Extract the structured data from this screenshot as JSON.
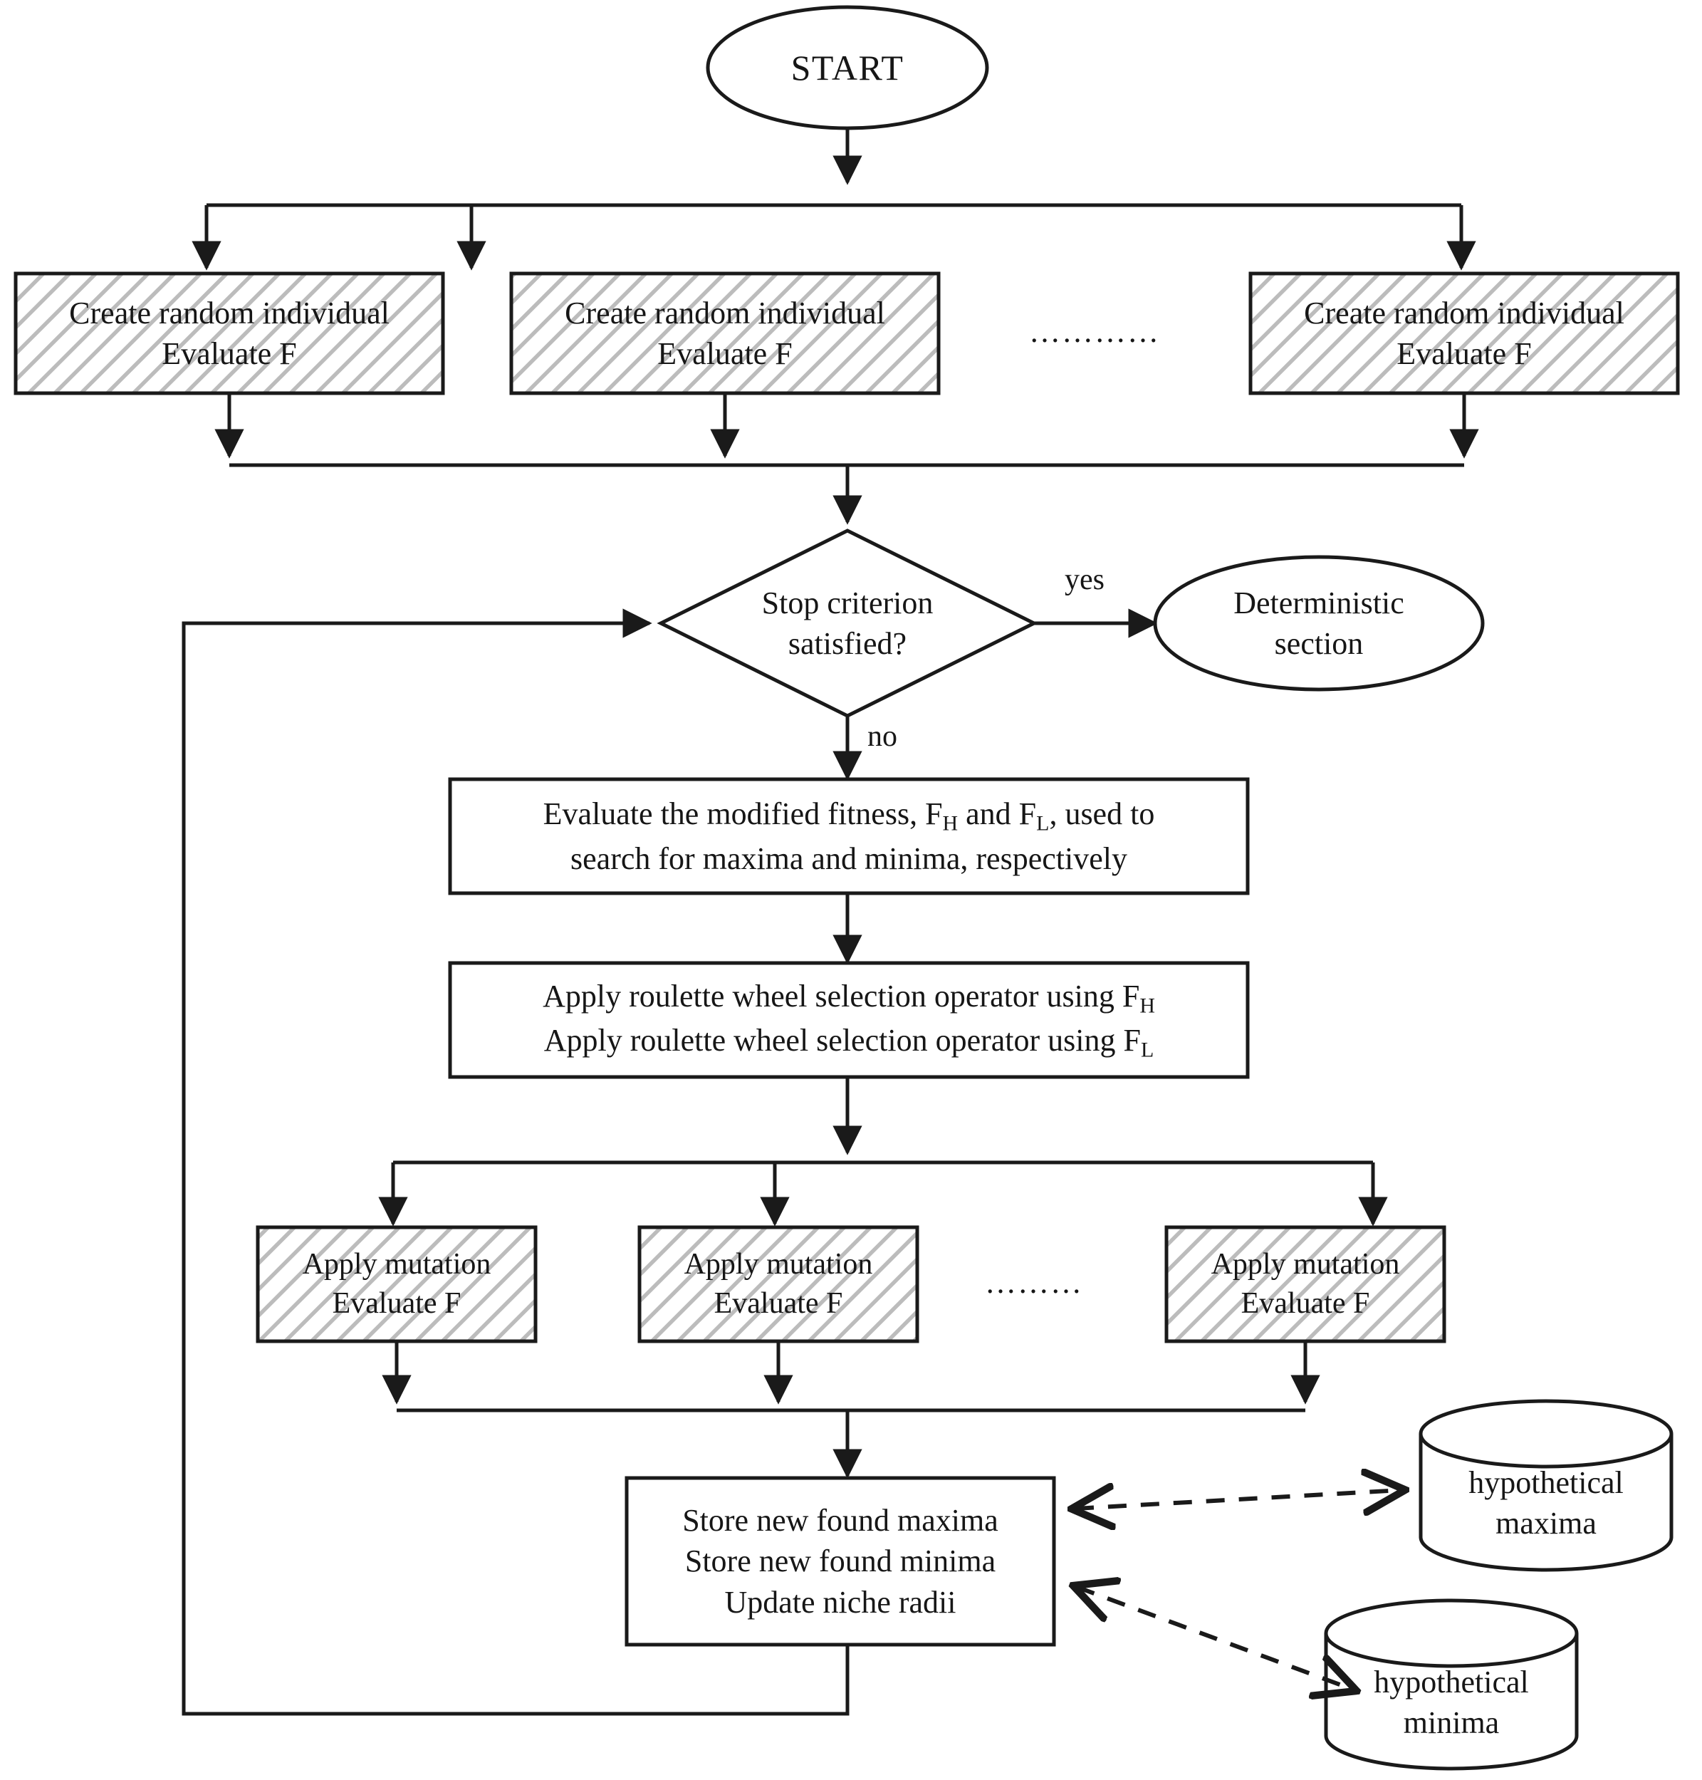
{
  "diagram": {
    "title": "Evolutionary algorithm stochastic section flowchart",
    "colors": {
      "stroke": "#1a1a1a",
      "hatch": "#b5b5b5",
      "background": "#ffffff",
      "text": "#161616"
    }
  },
  "nodes": {
    "start": {
      "label": "START",
      "shape": "oval"
    },
    "create_individual_1": {
      "line1": "Create random individual",
      "line2": "Evaluate F",
      "shape": "hatched-rect"
    },
    "create_individual_2": {
      "line1": "Create random individual",
      "line2": "Evaluate F",
      "shape": "hatched-rect"
    },
    "create_individual_n": {
      "line1": "Create random individual",
      "line2": "Evaluate F",
      "shape": "hatched-rect"
    },
    "create_ellipsis": {
      "label": "…………"
    },
    "stop_criterion": {
      "line1": "Stop criterion",
      "line2": "satisfied?",
      "shape": "diamond"
    },
    "deterministic_section": {
      "line1": "Deterministic",
      "line2": "section",
      "shape": "oval"
    },
    "evaluate_modified_fitness": {
      "line1_a": "Evaluate the modified fitness, F",
      "line1_sub_a": "H",
      "line1_b": " and F",
      "line1_sub_b": "L",
      "line1_c": ", used to",
      "line2": "search for maxima and minima, respectively",
      "shape": "rect"
    },
    "roulette_selection": {
      "line1_a": "Apply roulette wheel selection operator using F",
      "line1_sub": "H",
      "line2_a": "Apply roulette wheel selection operator using F",
      "line2_sub": "L",
      "shape": "rect"
    },
    "apply_mutation_1": {
      "line1": "Apply mutation",
      "line2": "Evaluate F",
      "shape": "hatched-rect"
    },
    "apply_mutation_2": {
      "line1": "Apply mutation",
      "line2": "Evaluate F",
      "shape": "hatched-rect"
    },
    "apply_mutation_n": {
      "line1": "Apply mutation",
      "line2": "Evaluate F",
      "shape": "hatched-rect"
    },
    "mutation_ellipsis": {
      "label": "………"
    },
    "store_results": {
      "line1": "Store new found maxima",
      "line2": "Store new found minima",
      "line3": "Update niche radii",
      "shape": "rect"
    },
    "hypothetical_maxima": {
      "line1": "hypothetical",
      "line2": "maxima",
      "shape": "cylinder"
    },
    "hypothetical_minima": {
      "line1": "hypothetical",
      "line2": "minima",
      "shape": "cylinder"
    }
  },
  "edge_labels": {
    "yes": "yes",
    "no": "no"
  }
}
